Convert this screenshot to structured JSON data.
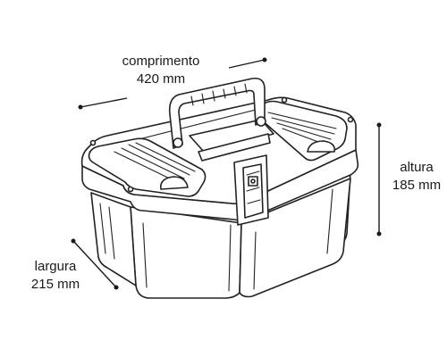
{
  "dimensions": {
    "length": {
      "label": "comprimento",
      "value": "420 mm"
    },
    "height": {
      "label": "altura",
      "value": "185 mm"
    },
    "width": {
      "label": "largura",
      "value": "215 mm"
    }
  },
  "product": {
    "icon": "toolbox-icon"
  }
}
